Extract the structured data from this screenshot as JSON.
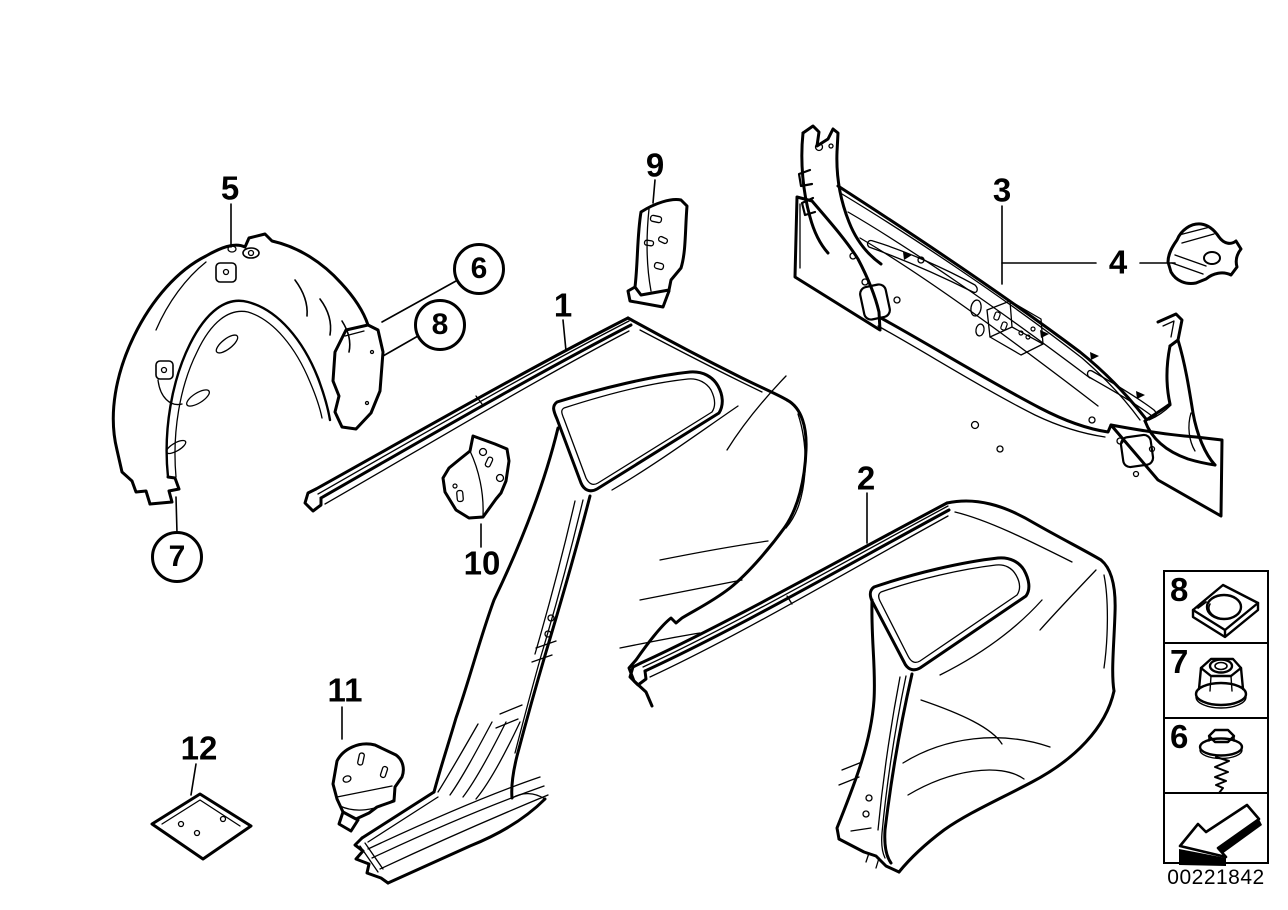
{
  "diagram": {
    "description": "exploded line drawing of car rear side panel, tail panel, wheel arch cover and mounting brackets"
  },
  "callouts": [
    {
      "label": "5",
      "style": "plain"
    },
    {
      "label": "1",
      "style": "plain"
    },
    {
      "label": "9",
      "style": "plain"
    },
    {
      "label": "3",
      "style": "plain"
    },
    {
      "label": "4",
      "style": "plain"
    },
    {
      "label": "2",
      "style": "plain"
    },
    {
      "label": "10",
      "style": "plain"
    },
    {
      "label": "11",
      "style": "plain"
    },
    {
      "label": "12",
      "style": "plain"
    },
    {
      "label": "6",
      "style": "circled"
    },
    {
      "label": "8",
      "style": "circled"
    },
    {
      "label": "7",
      "style": "circled"
    }
  ],
  "sidebar": {
    "items": [
      {
        "number": "8",
        "icon": "sheet-metal-nut-icon"
      },
      {
        "number": "7",
        "icon": "flange-nut-icon"
      },
      {
        "number": "6",
        "icon": "self-tapping-screw-icon"
      }
    ],
    "nav": {
      "icon": "back-arrow-icon"
    },
    "image_number": "00221842"
  },
  "colors": {
    "line": "#000000",
    "background": "#ffffff"
  }
}
